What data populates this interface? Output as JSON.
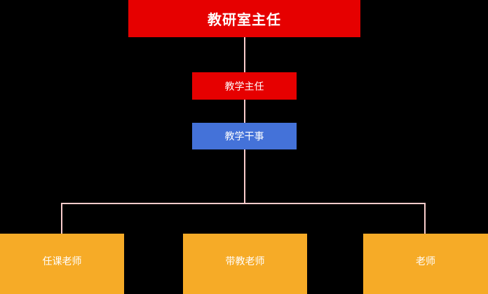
{
  "org_chart": {
    "type": "org-tree",
    "background": "#000000",
    "text_color": "#ffffff",
    "connector_color": "#f9cccb",
    "nodes": {
      "director": {
        "label": "教研室主任",
        "color": "#e60000",
        "level": 1
      },
      "teaching_director": {
        "label": "教学主任",
        "color": "#e60000",
        "level": 2
      },
      "teaching_clerk": {
        "label": "教学干事",
        "color": "#4472d9",
        "level": 3
      },
      "course_teacher": {
        "label": "任课老师",
        "color": "#f6ab27",
        "level": 4
      },
      "mentor_teacher": {
        "label": "带教老师",
        "color": "#f6ab27",
        "level": 4
      },
      "teacher": {
        "label": "老师",
        "color": "#f6ab27",
        "level": 4
      }
    },
    "edges": [
      {
        "from": "director",
        "to": "teaching_director"
      },
      {
        "from": "teaching_director",
        "to": "teaching_clerk"
      },
      {
        "from": "teaching_clerk",
        "to": "course_teacher"
      },
      {
        "from": "teaching_clerk",
        "to": "mentor_teacher"
      },
      {
        "from": "teaching_clerk",
        "to": "teacher"
      }
    ]
  }
}
